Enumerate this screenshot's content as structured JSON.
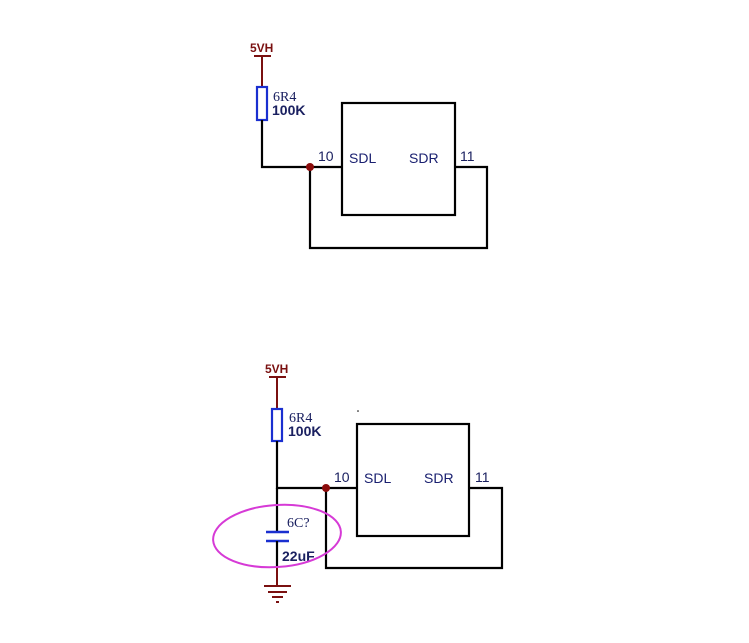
{
  "diagram": {
    "type": "circuit-schematic",
    "circuits": [
      {
        "id": "original",
        "power_rail": "5VH",
        "resistor": {
          "ref": "6R4",
          "value": "100K"
        },
        "ic": {
          "pins": [
            {
              "number": "10",
              "name": "SDL"
            },
            {
              "number": "11",
              "name": "SDR"
            }
          ]
        }
      },
      {
        "id": "modified",
        "power_rail": "5VH",
        "resistor": {
          "ref": "6R4",
          "value": "100K"
        },
        "capacitor": {
          "ref": "6C?",
          "value": "22uF",
          "highlighted": true
        },
        "ic": {
          "pins": [
            {
              "number": "10",
              "name": "SDL"
            },
            {
              "number": "11",
              "name": "SDR"
            }
          ]
        }
      }
    ],
    "colors": {
      "wire": "#000000",
      "power": "#7a1010",
      "component": "#1a2fd0",
      "label": "#1a2060",
      "junction": "#8b0a0a",
      "highlight": "#d63ad6"
    }
  }
}
